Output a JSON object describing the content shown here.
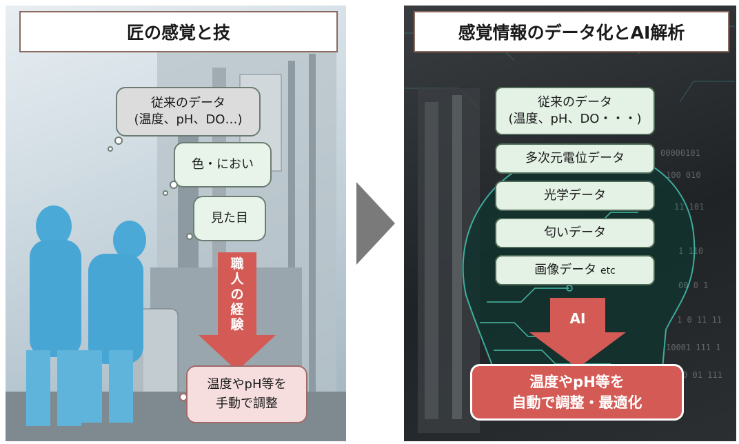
{
  "left": {
    "title": "匠の感覚と技",
    "bubble_conventional_line1": "従来のデータ",
    "bubble_conventional_line2": "(温度、pH、DO…)",
    "bubble_color_smell": "色・におい",
    "bubble_appearance": "見た目",
    "arrow_text": [
      "職",
      "人",
      "の",
      "経",
      "験"
    ],
    "result_line1": "温度やpH等を",
    "result_line2": "手動で調整"
  },
  "right": {
    "title": "感覚情報のデータ化とAI解析",
    "data_items": [
      {
        "line1": "従来のデータ",
        "line2": "(温度、pH、DO・・・)"
      },
      {
        "line1": "多次元電位データ"
      },
      {
        "line1": "光学データ"
      },
      {
        "line1": "匂いデータ"
      },
      {
        "line1": "画像データ",
        "suffix": "etc"
      }
    ],
    "arrow_label": "AI",
    "result_line1": "温度やpH等を",
    "result_line2": "自動で調整・最適化"
  },
  "colors": {
    "title_border": "#8a6a5f",
    "arrow_red": "#d45a55",
    "center_arrow": "#7a7a7a",
    "data_box_fill": "#e4f2e6"
  }
}
